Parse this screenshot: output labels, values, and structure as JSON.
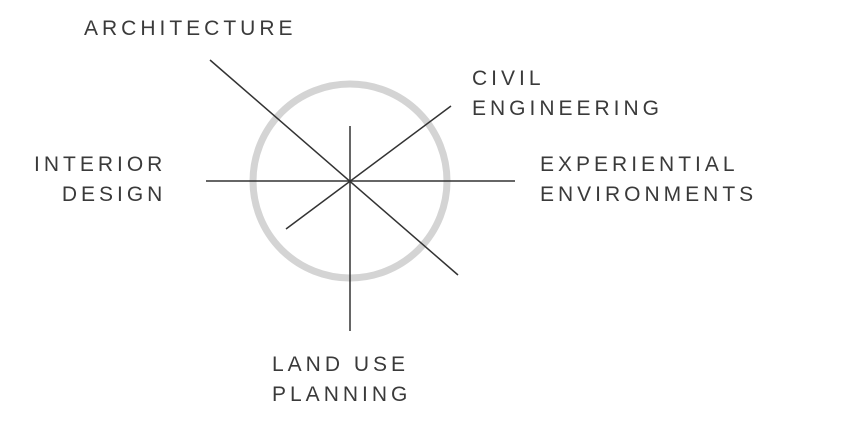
{
  "diagram": {
    "labels": {
      "architecture": [
        "ARCHITECTURE"
      ],
      "civil_engineering": [
        "CIVIL",
        "ENGINEERING"
      ],
      "interior_design": [
        "INTERIOR",
        "DESIGN"
      ],
      "experiential_environments": [
        "EXPERIENTIAL",
        "ENVIRONMENTS"
      ],
      "land_use_planning": [
        "LAND USE",
        "PLANNING"
      ]
    },
    "colors": {
      "text": "#3a3a3a",
      "lines": "#333333",
      "circle": "#d4d4d4",
      "background": "#ffffff"
    }
  }
}
